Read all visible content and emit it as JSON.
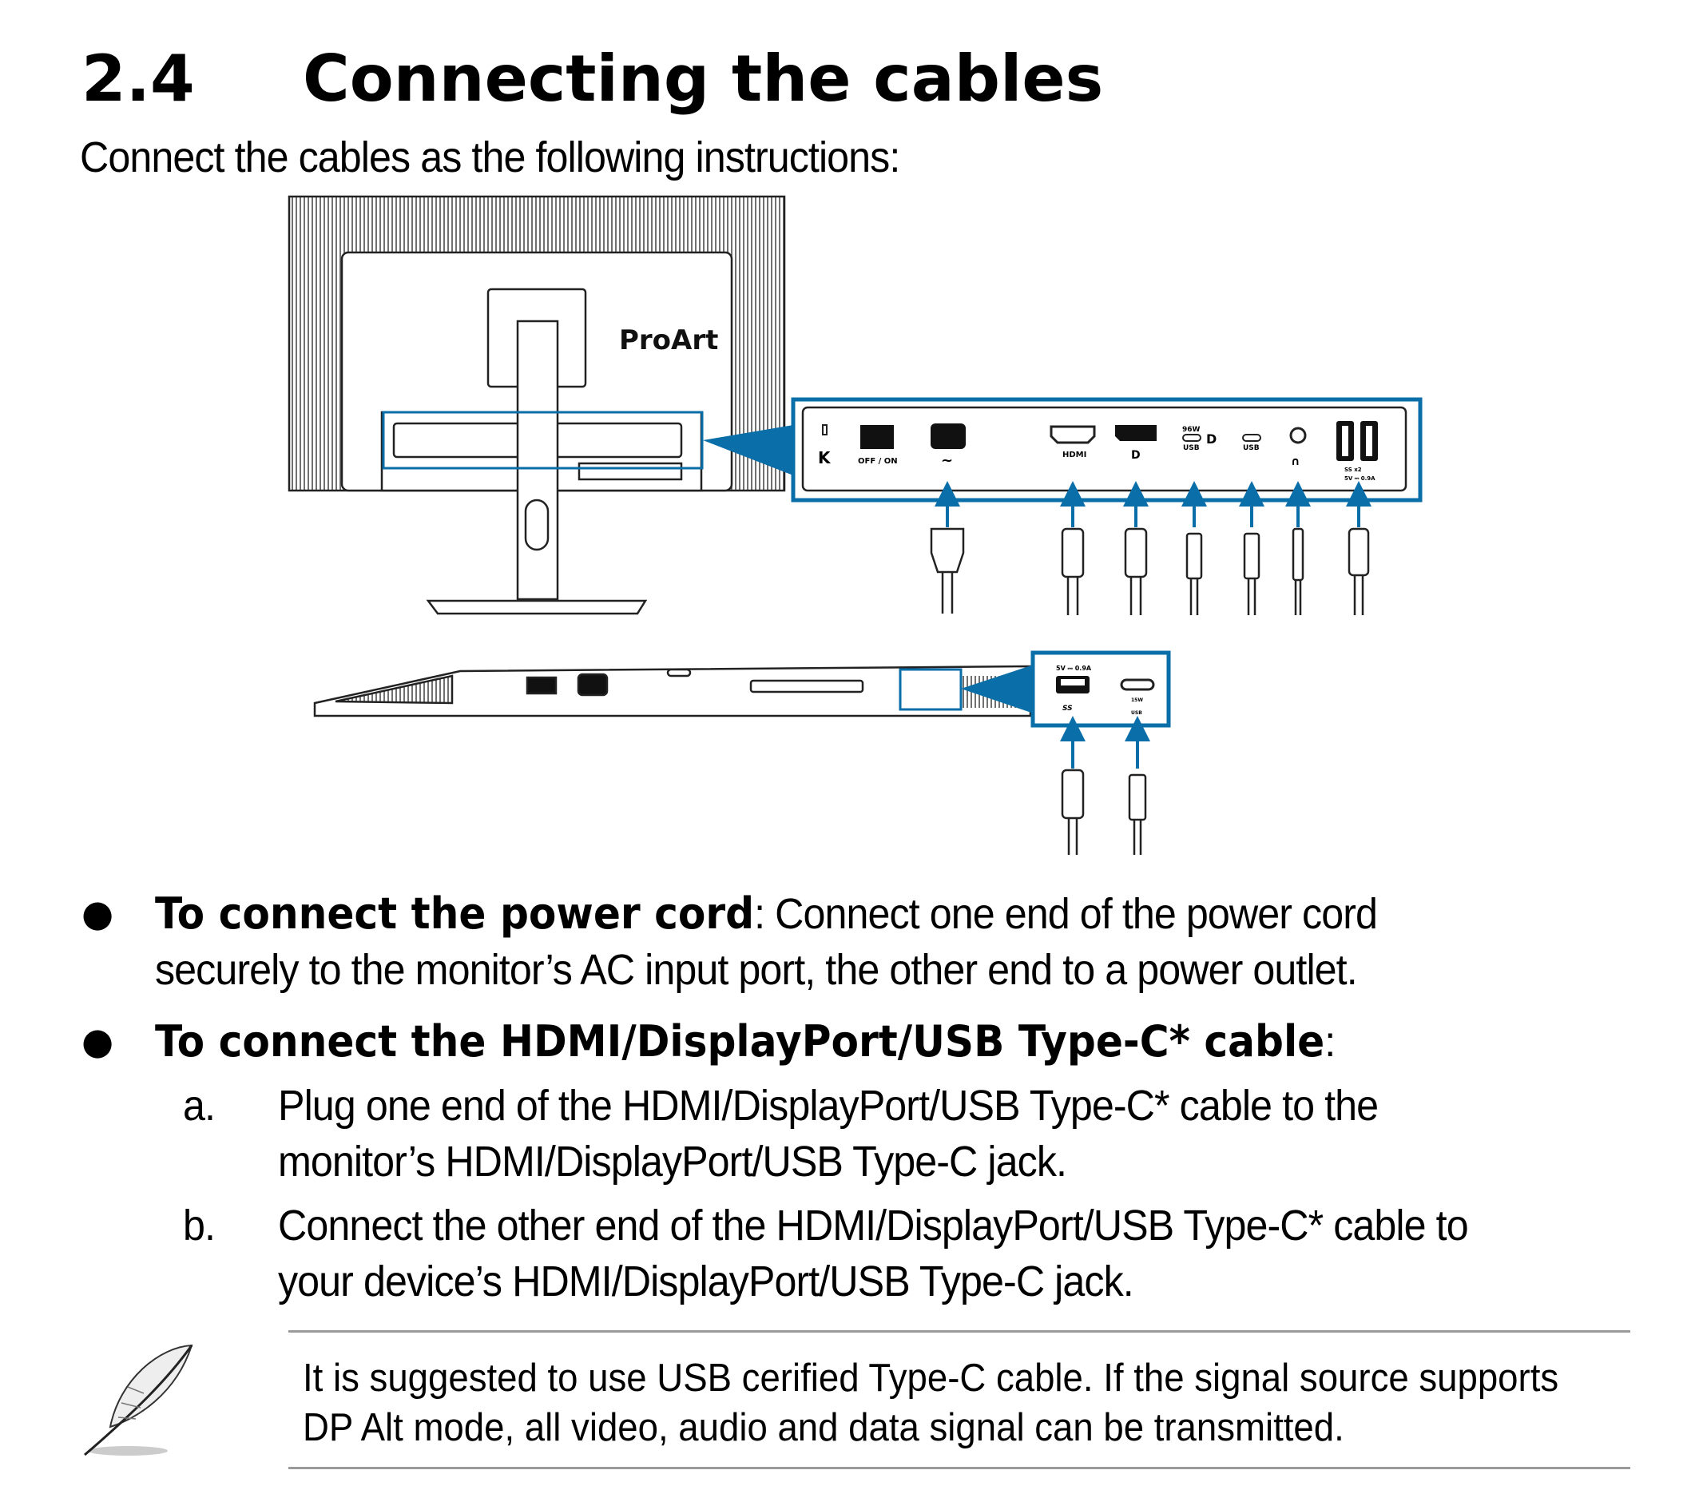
{
  "section": {
    "number": "2.4",
    "title": "Connecting the cables"
  },
  "intro": "Connect the cables as the following instructions:",
  "diagram": {
    "brand_logo": "ProArt",
    "accent_color": "#0a6ea8",
    "rear_ports": {
      "switch": "OFF / ON",
      "ac": "~",
      "hdmi": "HDMI",
      "dp": "D",
      "usbc_power": "96W",
      "usbc_label": "USB",
      "usbc2_label": "USB",
      "usba_label": "SS x2",
      "usba_rating": "5V ⎓ 0.9A"
    },
    "side_ports": {
      "usba_rating": "5V ⎓ 0.9A",
      "usba_label": "SS",
      "usbc_power": "15W",
      "usbc_label": "USB"
    }
  },
  "bullets": [
    {
      "bold": "To connect the power cord",
      "text": ": Connect one end of the power cord",
      "text2": "securely to the monitor’s AC input port, the other end to a power outlet."
    },
    {
      "bold": "To connect the HDMI/DisplayPort/USB Type-C* cable",
      "text": ":"
    }
  ],
  "steps": [
    {
      "letter": "a.",
      "line1": "Plug one end of the HDMI/DisplayPort/USB Type-C* cable to the",
      "line2": "monitor’s HDMI/DisplayPort/USB Type-C jack."
    },
    {
      "letter": "b.",
      "line1": "Connect the other end of the HDMI/DisplayPort/USB Type-C* cable to",
      "line2": "your device’s HDMI/DisplayPort/USB Type-C jack."
    }
  ],
  "note": {
    "icon": "feather-icon",
    "line1": "It is suggested to use USB cerified Type-C cable. If the signal source supports",
    "line2": "DP Alt mode, all video, audio and data signal can be transmitted."
  }
}
